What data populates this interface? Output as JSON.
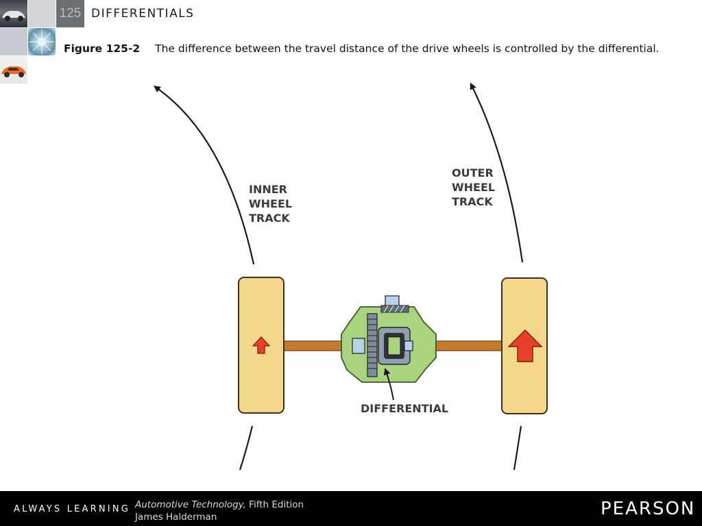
{
  "header": {
    "chapter_number": "125",
    "chapter_title": "DIFFERENTIALS"
  },
  "caption": {
    "figure_label": "Figure 125-2",
    "text": "The difference between the travel distance of the drive wheels is controlled by the differential."
  },
  "diagram": {
    "inner_label": [
      "INNER",
      "WHEEL",
      "TRACK"
    ],
    "outer_label": [
      "OUTER",
      "WHEEL",
      "TRACK"
    ],
    "differential_label": "DIFFERENTIAL"
  },
  "footer": {
    "tagline": "ALWAYS LEARNING",
    "book_title": "Automotive Technology,",
    "edition": " Fifth Edition",
    "author": "James Halderman",
    "publisher": "PEARSON"
  },
  "colors": {
    "wheel_fill": "#f5d78c",
    "axle": "#c87a2c",
    "arrow_red": "#e8412a",
    "housing_green": "#a9d37f"
  }
}
